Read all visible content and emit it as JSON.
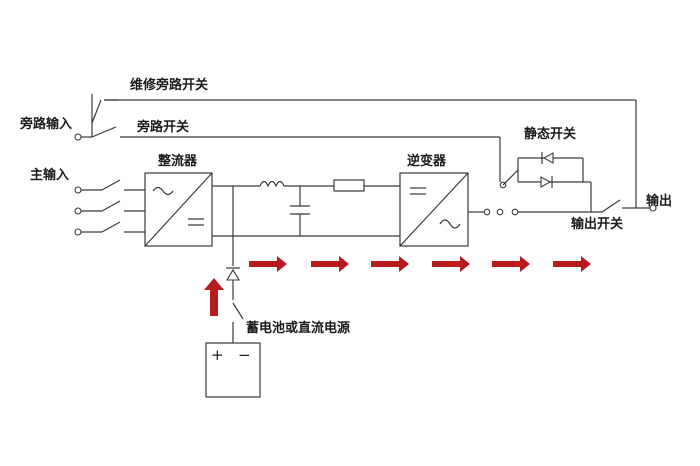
{
  "labels": {
    "maintenance_bypass_switch": "维修旁路开关",
    "bypass_input": "旁路输入",
    "bypass_switch": "旁路开关",
    "static_switch": "静态开关",
    "main_input": "主输入",
    "rectifier": "整流器",
    "inverter": "逆变器",
    "output": "输出",
    "output_switch": "输出开关",
    "battery_or_dc": "蓄电池或直流电源",
    "battery_plus": "+",
    "battery_minus": "−"
  },
  "colors": {
    "wire": "#3a3a3a",
    "arrow": "#b71c1c"
  },
  "icons": {
    "rectifier": "ac-dc-converter-icon",
    "inverter": "dc-ac-converter-icon",
    "inductor": "inductor-icon",
    "capacitor": "capacitor-icon",
    "resistor": "resistor-icon",
    "diode": "diode-icon",
    "battery": "battery-icon"
  }
}
